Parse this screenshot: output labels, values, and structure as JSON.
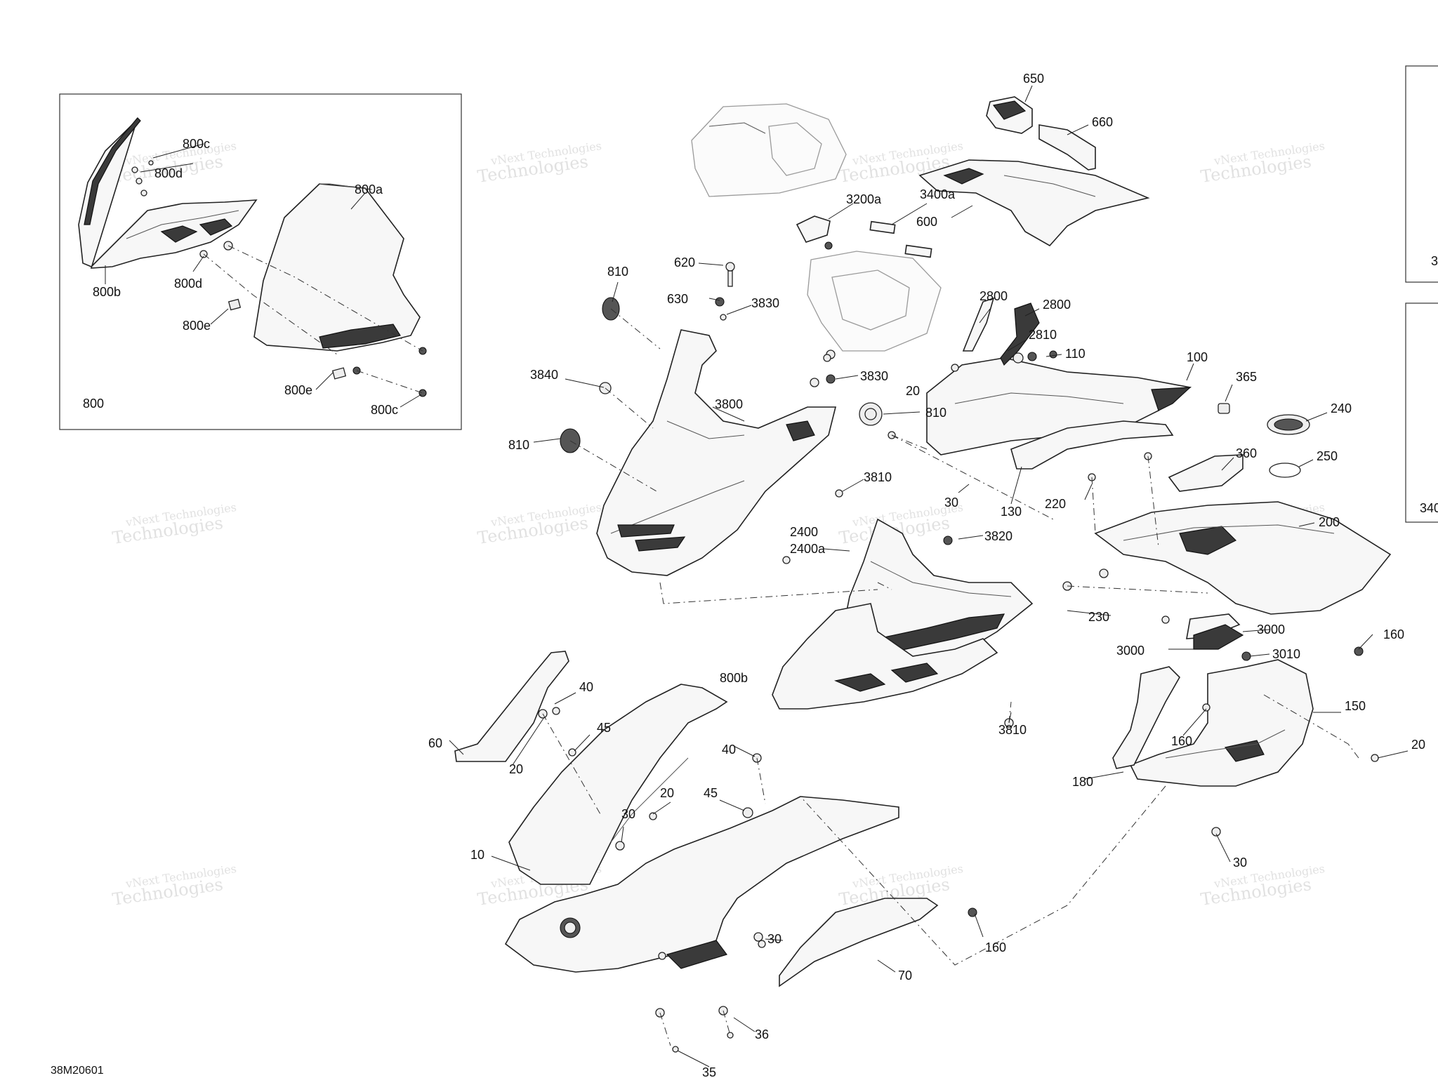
{
  "drawing_id": "38M20601",
  "watermark": {
    "line1": "vNext Technologies",
    "line2": "Technologies",
    "color": "#c9c9c9"
  },
  "inset_title": "800",
  "callouts": [
    {
      "text": "800c"
    },
    {
      "text": "800d"
    },
    {
      "text": "800a"
    },
    {
      "text": "800b"
    },
    {
      "text": "800d"
    },
    {
      "text": "800e"
    },
    {
      "text": "800e"
    },
    {
      "text": "800c"
    },
    {
      "text": "650"
    },
    {
      "text": "660"
    },
    {
      "text": "3200a"
    },
    {
      "text": "3400a"
    },
    {
      "text": "600"
    },
    {
      "text": "810"
    },
    {
      "text": "620"
    },
    {
      "text": "630"
    },
    {
      "text": "3830"
    },
    {
      "text": "2800"
    },
    {
      "text": "2800"
    },
    {
      "text": "2810"
    },
    {
      "text": "110"
    },
    {
      "text": "100"
    },
    {
      "text": "365"
    },
    {
      "text": "240"
    },
    {
      "text": "3840"
    },
    {
      "text": "3830"
    },
    {
      "text": "20"
    },
    {
      "text": "810"
    },
    {
      "text": "3800"
    },
    {
      "text": "810"
    },
    {
      "text": "360"
    },
    {
      "text": "250"
    },
    {
      "text": "3810"
    },
    {
      "text": "30"
    },
    {
      "text": "130"
    },
    {
      "text": "220"
    },
    {
      "text": "200"
    },
    {
      "text": "2400"
    },
    {
      "text": "2400a"
    },
    {
      "text": "3820"
    },
    {
      "text": "230"
    },
    {
      "text": "3000"
    },
    {
      "text": "3000"
    },
    {
      "text": "160"
    },
    {
      "text": "3010"
    },
    {
      "text": "800b"
    },
    {
      "text": "40"
    },
    {
      "text": "45"
    },
    {
      "text": "60"
    },
    {
      "text": "20"
    },
    {
      "text": "3810"
    },
    {
      "text": "150"
    },
    {
      "text": "160"
    },
    {
      "text": "20"
    },
    {
      "text": "40"
    },
    {
      "text": "180"
    },
    {
      "text": "20"
    },
    {
      "text": "45"
    },
    {
      "text": "30"
    },
    {
      "text": "10"
    },
    {
      "text": "30"
    },
    {
      "text": "30"
    },
    {
      "text": "160"
    },
    {
      "text": "70"
    },
    {
      "text": "36"
    },
    {
      "text": "35"
    },
    {
      "text": "3"
    },
    {
      "text": "340"
    }
  ]
}
